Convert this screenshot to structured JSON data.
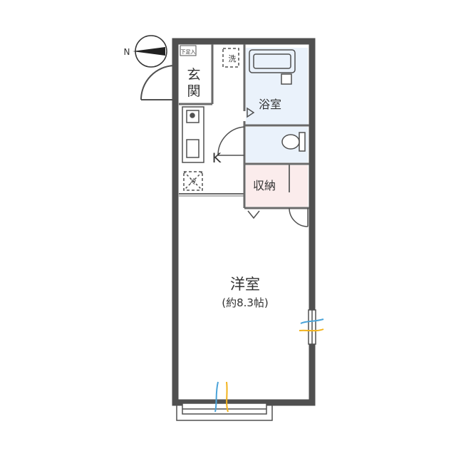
{
  "compass": {
    "label": "N"
  },
  "rooms": {
    "genkan": {
      "label_1": "玄",
      "label_2": "関",
      "shoe_storage": "下足入"
    },
    "washer": {
      "label": "洗"
    },
    "bath": {
      "label": "浴室"
    },
    "kitchen": {
      "label": "K"
    },
    "fridge": {
      "label": "冷"
    },
    "storage": {
      "label": "収納"
    },
    "western": {
      "label": "洋室",
      "size": "(約8.3帖)"
    }
  },
  "colors": {
    "wall": "#505050",
    "bath_fill": "#eaf2fb",
    "storage_fill": "#fbecec",
    "ac_blue": "#4aa3d9",
    "ac_yellow": "#f2b21b"
  }
}
